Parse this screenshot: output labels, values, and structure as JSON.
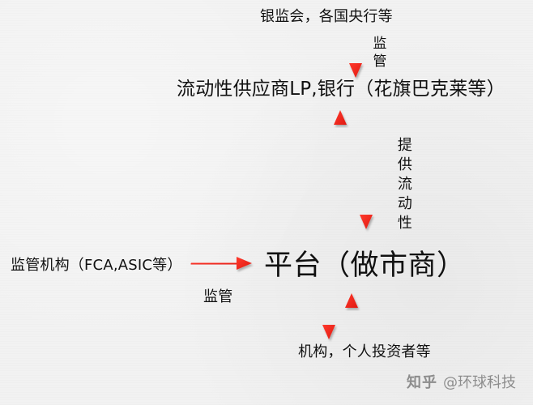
{
  "diagram": {
    "nodes": {
      "regulators_central_banks": "银监会，各国央行等",
      "supervision_top": "监管",
      "liquidity_providers": "流动性供应商LP,银行（花旗巴克莱等）",
      "provide_liquidity": "提供流动性",
      "regulators_left": "监管机构（FCA,ASIC等）",
      "platform": "平台（做市商）",
      "supervision_mid": "监管",
      "institutions_investors": "机构，个人投资者等"
    },
    "watermark": {
      "brand": "知乎",
      "account": "@环球科技"
    },
    "colors": {
      "background": "#f2f2f2",
      "text": "#111111",
      "arrow": "#ef2418",
      "watermark": "#8d8d8d"
    }
  }
}
